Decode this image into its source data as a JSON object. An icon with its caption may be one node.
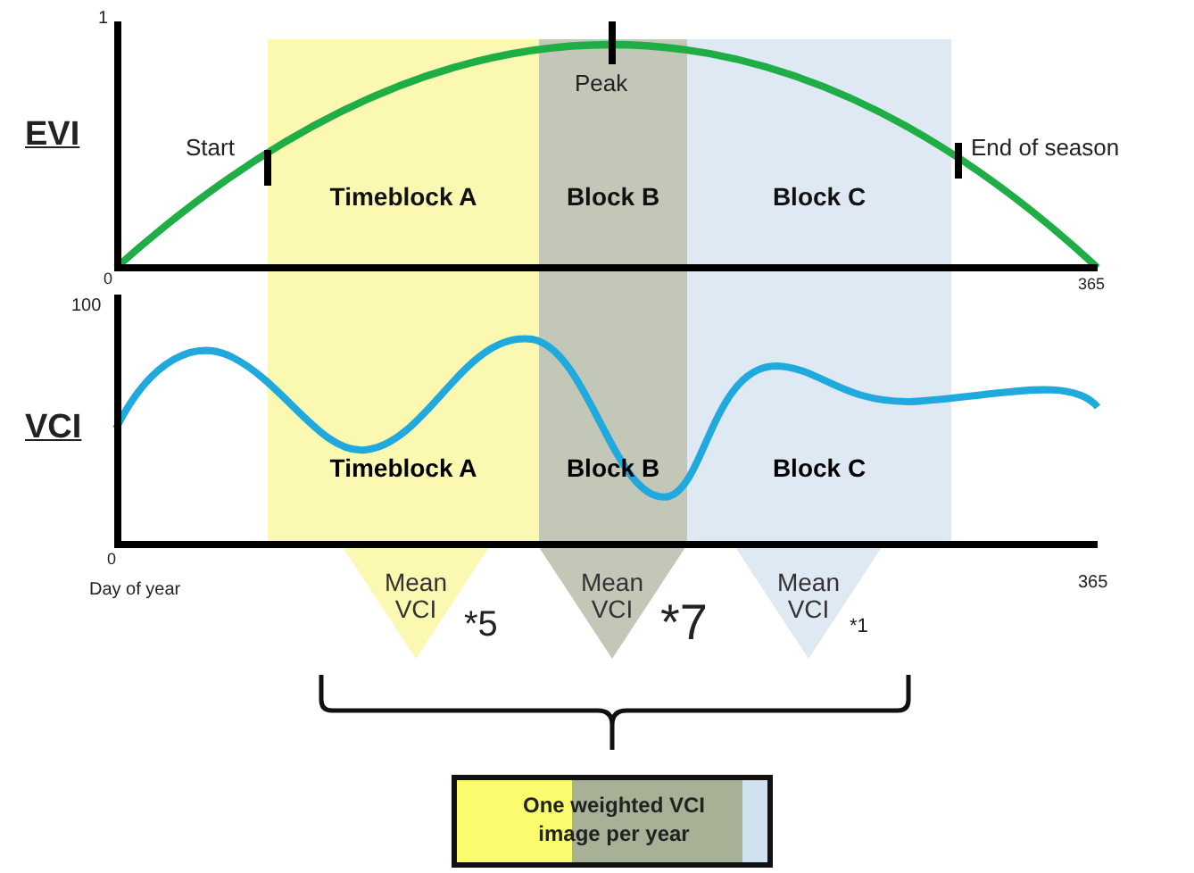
{
  "diagram": {
    "nodes": [
      {
        "text": [
          "Timeblock A",
          "Timeblock A"
        ]
      },
      {
        "text": [
          "Block B",
          "Block B"
        ]
      },
      {
        "text": [
          "Block C",
          "Block C"
        ]
      },
      {
        "text": [
          "Mean VCI"
        ],
        "beside": [
          "*5"
        ]
      },
      {
        "text": [
          "Mean VCI"
        ],
        "beside": [
          "*7"
        ]
      },
      {
        "text": [
          "Mean VCI"
        ],
        "beside": [
          "*1"
        ]
      },
      {
        "text": [
          "One weighted VCI image per year"
        ]
      }
    ],
    "labels": [
      "1",
      "EVI",
      "Peak",
      "Start",
      "End of season",
      "0",
      "365",
      "100",
      "VCI",
      "0",
      "Day of year",
      "365"
    ]
  }
}
